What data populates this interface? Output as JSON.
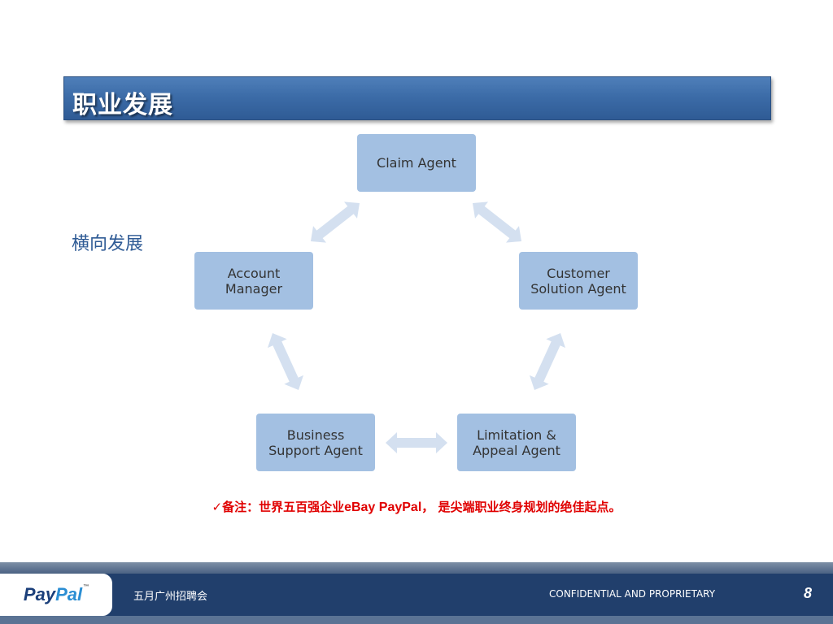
{
  "slide": {
    "title": "职业发展",
    "side_label": "横向发展",
    "note_prefix": "✓备注：世界五百强企业",
    "note_brand": "eBay PayPal",
    "note_suffix": "， 是尖端职业终身规划的绝佳起点。"
  },
  "diagram": {
    "nodes": [
      {
        "id": "claim",
        "label": "Claim Agent"
      },
      {
        "id": "customer",
        "label": "Customer Solution Agent"
      },
      {
        "id": "limitation",
        "label": "Limitation & Appeal Agent"
      },
      {
        "id": "business",
        "label": "Business Support Agent"
      },
      {
        "id": "account",
        "label": "Account Manager"
      }
    ],
    "edges": [
      {
        "from": "claim",
        "to": "customer",
        "type": "bidirectional"
      },
      {
        "from": "customer",
        "to": "limitation",
        "type": "bidirectional"
      },
      {
        "from": "limitation",
        "to": "business",
        "type": "bidirectional"
      },
      {
        "from": "business",
        "to": "account",
        "type": "bidirectional"
      },
      {
        "from": "account",
        "to": "claim",
        "type": "bidirectional"
      }
    ],
    "node_color": "#a3c0e2",
    "arrow_color": "#d4e0f0"
  },
  "footer": {
    "logo_pay": "Pay",
    "logo_pal": "Pal",
    "logo_tm": "™",
    "event": "五月广州招聘会",
    "confidential": "CONFIDENTIAL AND PROPRIETARY",
    "page_number": "8"
  }
}
